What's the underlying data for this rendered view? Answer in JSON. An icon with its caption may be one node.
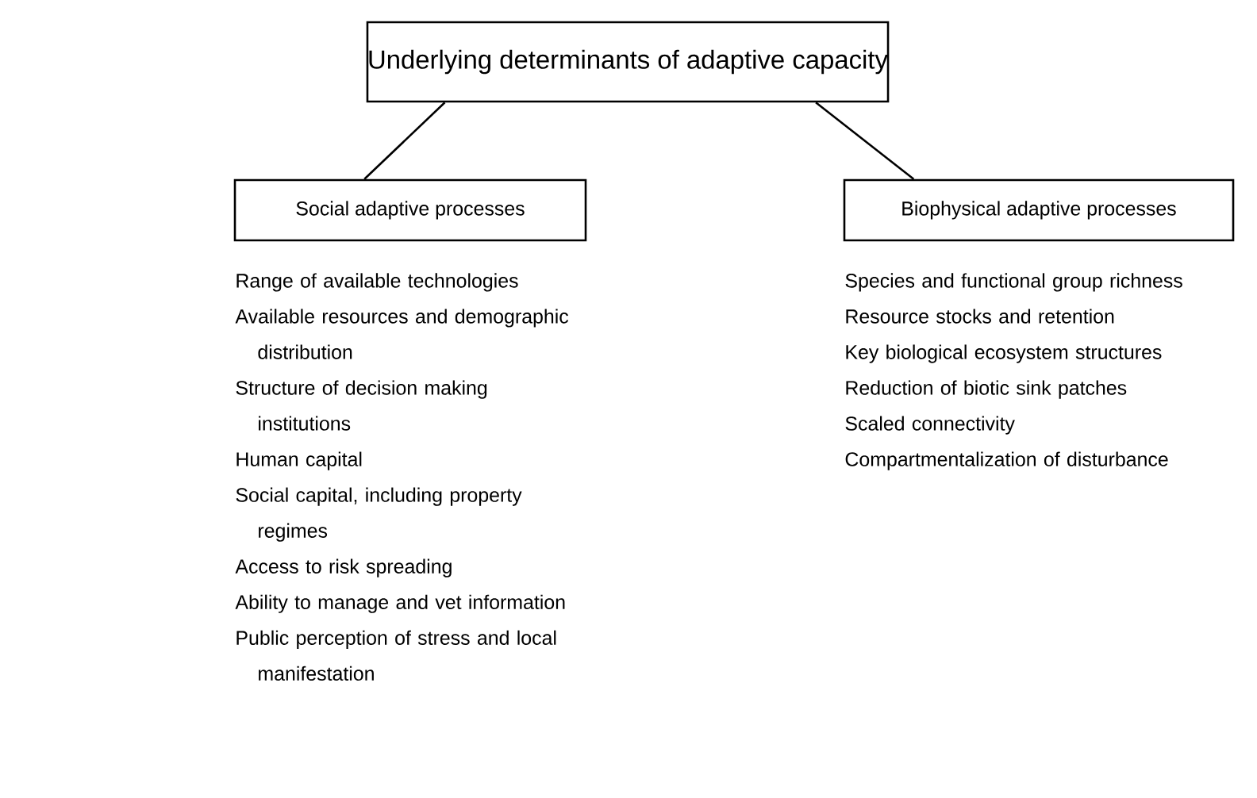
{
  "diagram": {
    "nodes": [
      {
        "text": [
          "Underlying determinants of adaptive capacity"
        ]
      },
      {
        "text": [
          "Social adaptive processes"
        ],
        "beside": [
          "Range of available technologies",
          "Available resources and demographic distribution",
          "Structure of decision making institutions",
          "Human capital",
          "Social capital, including property regimes",
          "Access to risk spreading",
          "Ability to manage and vet information",
          "Public perception of stress and local manifestation"
        ]
      },
      {
        "text": [
          "Biophysical adaptive processes"
        ],
        "beside": [
          "Species and functional group richness",
          "Resource stocks and retention",
          "Key biological ecosystem structures",
          "Reduction of biotic sink patches",
          "Scaled connectivity",
          "Compartmentalization of disturbance"
        ]
      }
    ],
    "edges": [
      {
        "from": 0,
        "to": 1,
        "arrow": "none"
      },
      {
        "from": 0,
        "to": 2,
        "arrow": "none"
      }
    ]
  }
}
